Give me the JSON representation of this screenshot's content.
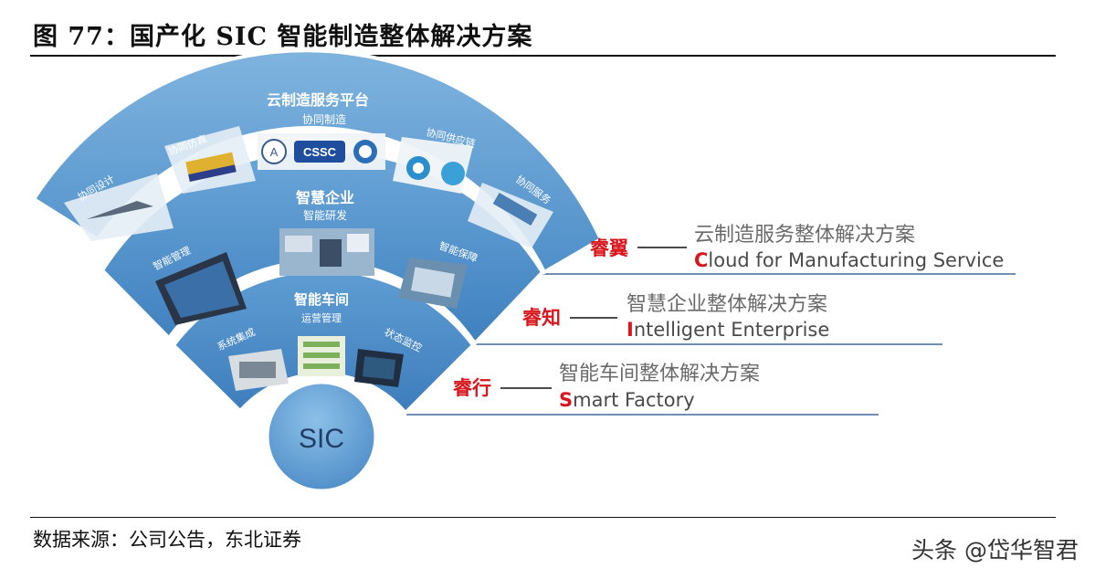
{
  "title": "图 77：国产化 SIC 智能制造整体解决方案",
  "source": "数据来源：公司公告，东北证券",
  "watermark": "头条 @岱华智君",
  "center_label": "SIC",
  "rings": [
    {
      "title": "云制造服务平台",
      "subtitle": "协同制造",
      "items": [
        "协同设计",
        "协同仿真",
        "协同供应链",
        "协同服务"
      ],
      "logo_text": "CSSC"
    },
    {
      "title": "智慧企业",
      "subtitle": "智能研发",
      "items": [
        "智能管理",
        "智能保障"
      ]
    },
    {
      "title": "智能车间",
      "subtitle": "运营管理",
      "items": [
        "系统集成",
        "状态监控"
      ]
    }
  ],
  "solutions": [
    {
      "brand": "睿翼",
      "cn": "云制造服务整体解决方案",
      "en_first": "C",
      "en_rest": "loud for Manufacturing Service"
    },
    {
      "brand": "睿知",
      "cn": "智慧企业整体解决方案",
      "en_first": "I",
      "en_rest": "ntelligent Enterprise"
    },
    {
      "brand": "睿行",
      "cn": "智能车间整体解决方案",
      "en_first": "S",
      "en_rest": "mart Factory"
    }
  ],
  "colors": {
    "outer_band": "#5b9bd0",
    "middle_band": "#4b8bc8",
    "inner_band": "#4487c4",
    "center": "#6aa6d8",
    "accent_red": "#d8161d",
    "rule_line": "#6f8fb3"
  }
}
